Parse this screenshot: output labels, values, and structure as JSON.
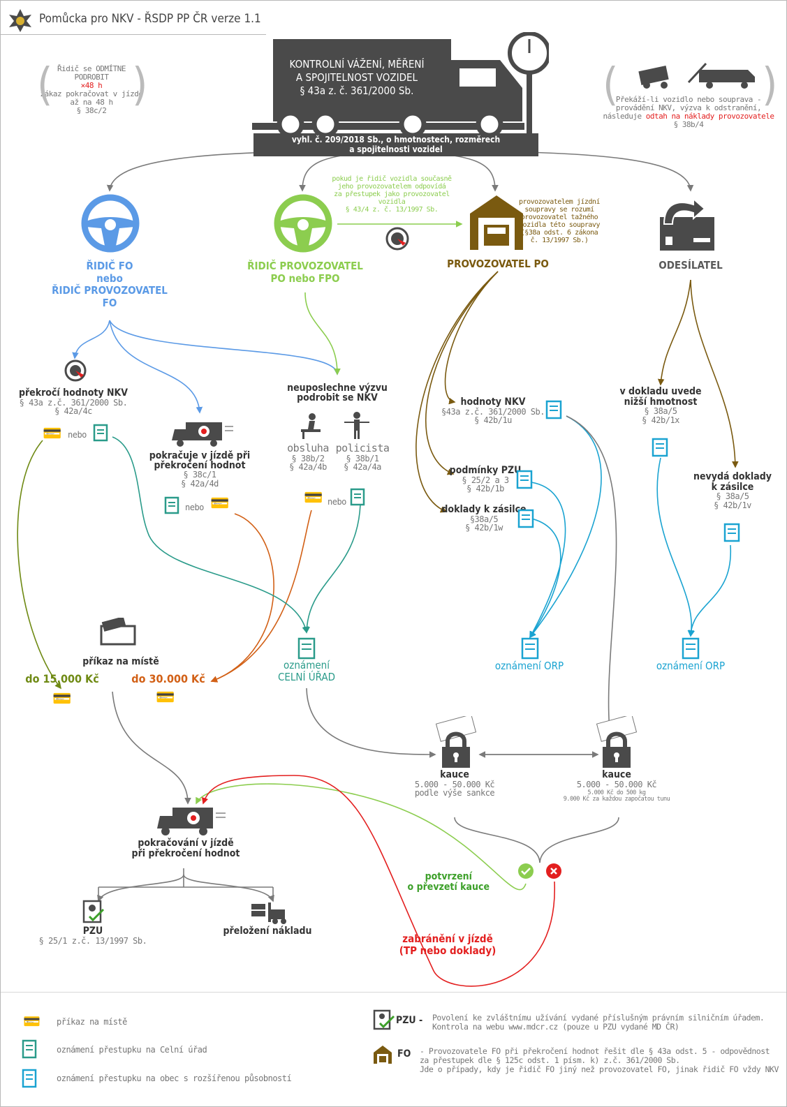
{
  "header": {
    "title": "Pomůcka pro NKV - ŘSDP PP ČR  verze 1.1"
  },
  "banner": {
    "title_lines": [
      "KONTROLNÍ VÁŽENÍ, MĚŘENÍ",
      "A SPOJITELNOST VOZIDEL",
      "§ 43a z. č. 361/2000 Sb."
    ],
    "sub_lines": [
      "vyhl. č. 209/2018 Sb., o hmotnostech, rozměrech",
      "a spojitelnosti vozidel"
    ]
  },
  "note_left": {
    "lines": [
      "Řidič se ODMÍTNE",
      "PODROBIT"
    ],
    "struck": "48 h",
    "rest": [
      "zákaz pokračovat v jízdě",
      "až na 48 h",
      "§ 38c/2"
    ]
  },
  "note_right": {
    "lines": [
      "Překáží-li vozidlo nebo souprava -",
      "provádění NKV, výzva k odstranění,",
      "následuje"
    ],
    "red": "odtah na náklady provozovatele",
    "para": "§ 38b/4"
  },
  "actors": {
    "fo": [
      "ŘIDIČ FO",
      "nebo",
      "ŘIDIČ PROVOZOVATEL",
      "FO"
    ],
    "po": [
      "ŘIDIČ PROVOZOVATEL",
      "PO nebo FPO"
    ],
    "prov": "PROVOZOVATEL PO",
    "ode": "ODESÍLATEL"
  },
  "note_green": [
    "pokud je řidič vozidla současně",
    "jeho provozovatelem odpovídá",
    "za přestupek jako provozovatel",
    "vozidla",
    "§ 43/4 z. č. 13/1997 Sb."
  ],
  "note_prov": [
    "provozovatelem jízdní",
    "soupravy se rozumí",
    "provozovatel tažného",
    "vozidla této soupravy",
    "(§38a odst. 6 zákona",
    "č. 13/1997 Sb.)"
  ],
  "boxes": {
    "prekroci": {
      "title": "překročí hodnoty NKV",
      "lines": [
        "§ 43a z.č. 361/2000 Sb.",
        "§ 42a/4c"
      ],
      "nebo": "nebo"
    },
    "pokracuje": {
      "title_lines": [
        "pokračuje v jízdě při",
        "překročení hodnot"
      ],
      "lines": [
        "§ 38c/1",
        "§ 42a/4d"
      ],
      "nebo": "nebo"
    },
    "neuposlechne": {
      "title_lines": [
        "neuposlechne výzvu",
        "podrobit se NKV"
      ],
      "obsluha": [
        "obsluha",
        "§ 38b/2",
        "§ 42a/4b"
      ],
      "policista": [
        "policista",
        "§ 38b/1",
        "§ 42a/4a"
      ],
      "nebo": "nebo"
    },
    "hodnoty": {
      "title": "hodnoty NKV",
      "lines": [
        "§43a z.č. 361/2000 Sb.",
        "§ 42b/1u"
      ]
    },
    "podminky": {
      "title": "podmínky PZU",
      "lines": [
        "§ 25/2 a 3",
        "§ 42b/1b"
      ]
    },
    "doklady": {
      "title": "doklady k zásilce",
      "lines": [
        "§38a/5",
        "§ 42b/1w"
      ]
    },
    "vdokladu": {
      "title_lines": [
        "v dokladu uvede",
        "nižší hmotnost"
      ],
      "lines": [
        "§ 38a/5",
        "§ 42b/1x"
      ]
    },
    "nevyda": {
      "title_lines": [
        "nevydá doklady",
        "k zásilce"
      ],
      "lines": [
        "§ 38a/5",
        "§ 42b/1v"
      ]
    }
  },
  "prikaz": {
    "title": "příkaz na místě",
    "a": "do 15.000 Kč",
    "b": "do 30.000 Kč"
  },
  "celni": [
    "oznámení",
    "CELNÍ ÚŘAD"
  ],
  "orp1": "oznámení ORP",
  "orp2": "oznámení ORP",
  "kauce1": {
    "title": "kauce",
    "lines": [
      "5.000 - 50.000 Kč",
      "podle výše sankce"
    ]
  },
  "kauce2": {
    "title": "kauce",
    "line": "5.000 - 50.000 Kč",
    "small": [
      "5.000 Kč do 500 kg",
      "9.000 Kč za každou započatou tunu"
    ]
  },
  "continue": [
    "pokračování v jízdě",
    "při překročení hodnot"
  ],
  "potvrzeni": [
    "potvrzení",
    "o převzetí kauce"
  ],
  "zabraneni": [
    "zabránění v jízdě",
    "(TP nebo doklady)"
  ],
  "pzu": {
    "title": "PZU",
    "line": "§ 25/1 z.č. 13/1997 Sb."
  },
  "prelozeni": "přeložení nákladu",
  "legend": {
    "left": [
      "příkaz na místě",
      "oznámení přestupku na Celní úřad",
      "oznámení přestupku na obec s rozšířenou působností"
    ],
    "pzu_label": "PZU -",
    "pzu_text": [
      "Povolení ke zvláštnímu užívání vydané příslušným právním silničním úřadem.",
      "Kontrola na webu www.mdcr.cz (pouze u PZU vydané MD ČR)"
    ],
    "fo_label": "FO",
    "fo_text": [
      "- Provozovatele FO při překročení hodnot řešit dle § 43a odst. 5 - odpovědnost",
      "  za přestupek dle § 125c odst. 1 písm. k) z.č. 361/2000 Sb.",
      "  Jde o případy, kdy je řidič FO jiný než provozovatel FO, jinak řidič FO vždy NKV"
    ]
  },
  "colors": {
    "blue": "#5b9ae6",
    "green": "#8ccd4f",
    "brown": "#7a5a10",
    "teal": "#2a9b8a",
    "cyan": "#1aa3d1",
    "olive": "#6f8a14",
    "orange": "#d26016",
    "red": "#e31f1f",
    "gray": "#7a7a7a"
  }
}
